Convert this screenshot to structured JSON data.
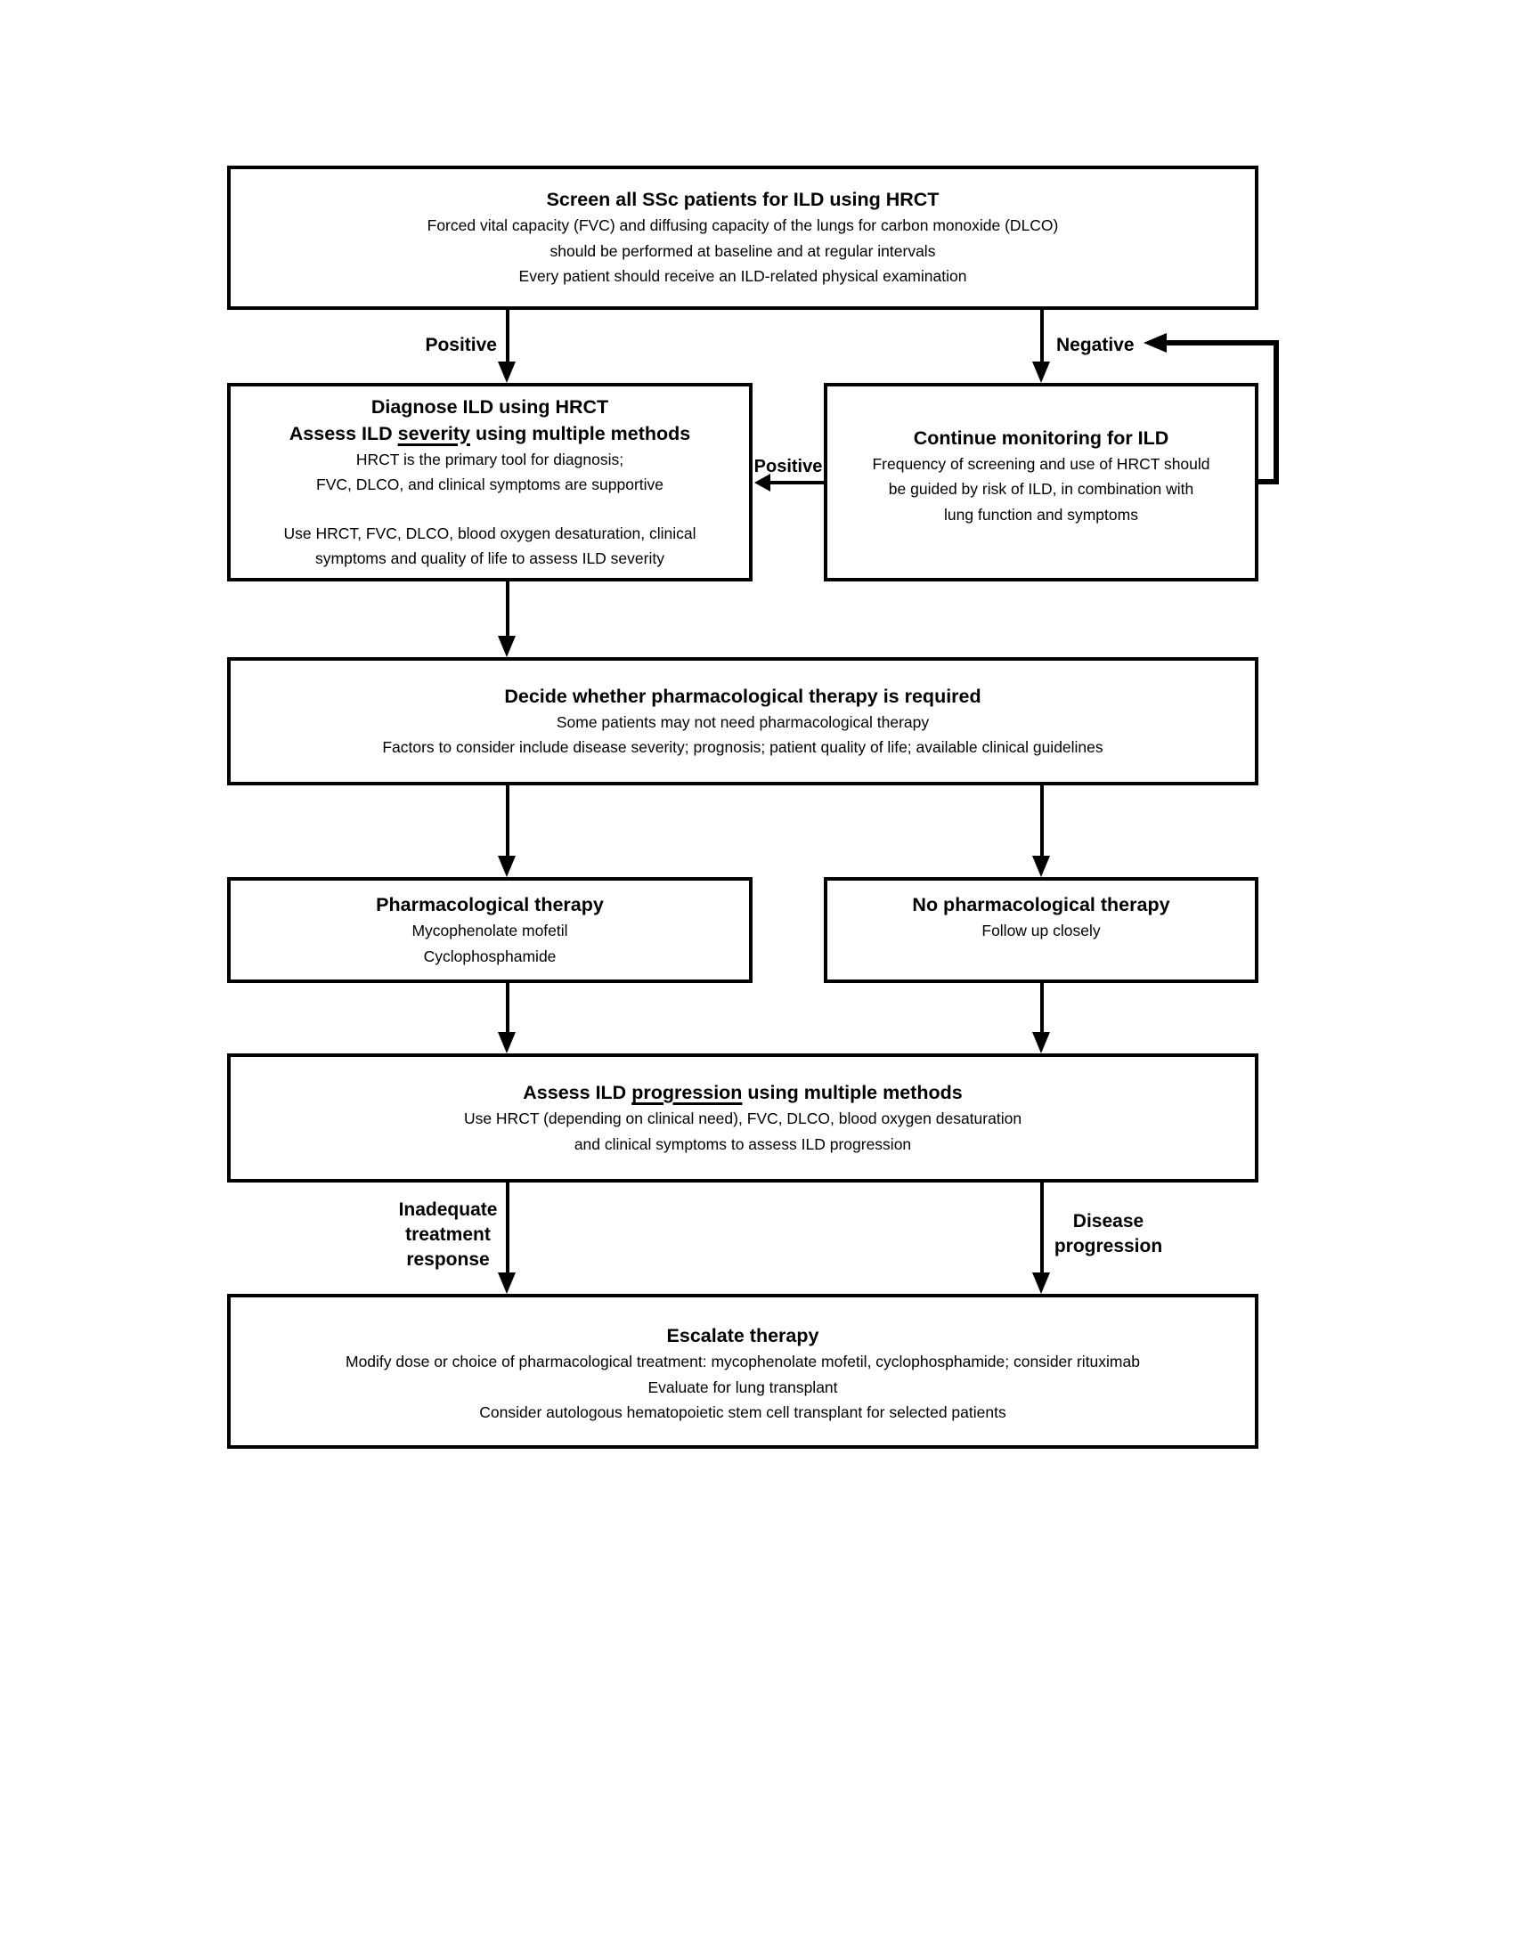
{
  "colors": {
    "line": "#000000",
    "background": "#ffffff",
    "text": "#000000"
  },
  "flowchart": {
    "screen_box": {
      "title": "Screen all SSc patients for ILD using HRCT",
      "lines": [
        "Forced vital capacity (FVC) and diffusing capacity of the lungs for carbon monoxide (DLCO)",
        "should be performed at baseline and at regular intervals",
        "Every patient should receive an ILD-related physical examination"
      ]
    },
    "diagnose_box": {
      "title1": "Diagnose ILD using HRCT",
      "title2_pre": "Assess ILD ",
      "title2_underline": "severity",
      "title2_post": " using multiple methods",
      "lines_a": [
        "HRCT is the primary tool for diagnosis;",
        "FVC, DLCO, and clinical symptoms are supportive"
      ],
      "lines_b": [
        "Use HRCT, FVC, DLCO, blood oxygen desaturation, clinical",
        "symptoms and quality of life to assess ILD severity"
      ]
    },
    "monitor_box": {
      "title": "Continue monitoring for ILD",
      "lines": [
        "Frequency of screening and use of HRCT should",
        "be guided by risk of ILD, in combination with",
        "lung function and symptoms"
      ]
    },
    "decide_box": {
      "title": "Decide whether pharmacological therapy is required",
      "lines": [
        "Some patients may not need pharmacological therapy",
        "Factors to consider include disease severity; prognosis; patient quality of life; available clinical guidelines"
      ]
    },
    "pharm_box": {
      "title": "Pharmacological therapy",
      "lines": [
        "Mycophenolate mofetil",
        "Cyclophosphamide"
      ]
    },
    "no_pharm_box": {
      "title": "No pharmacological therapy",
      "lines": [
        "Follow up closely"
      ]
    },
    "progression_box": {
      "title_pre": "Assess ILD ",
      "title_underline": "progression",
      "title_post": " using multiple methods",
      "lines": [
        "Use HRCT (depending on clinical need), FVC, DLCO, blood oxygen desaturation",
        "and clinical symptoms to assess ILD progression"
      ]
    },
    "escalate_box": {
      "title": "Escalate therapy",
      "lines": [
        "Modify dose or choice of pharmacological treatment: mycophenolate mofetil, cyclophosphamide; consider rituximab",
        "Evaluate for lung transplant",
        "Consider autologous hematopoietic stem cell transplant for selected patients"
      ]
    },
    "labels": {
      "positive_top": "Positive",
      "negative_top": "Negative",
      "positive_mid": "Positive",
      "inadequate_lines": [
        "Inadequate",
        "treatment",
        "response"
      ],
      "disease_lines": [
        "Disease",
        "progression"
      ]
    }
  }
}
